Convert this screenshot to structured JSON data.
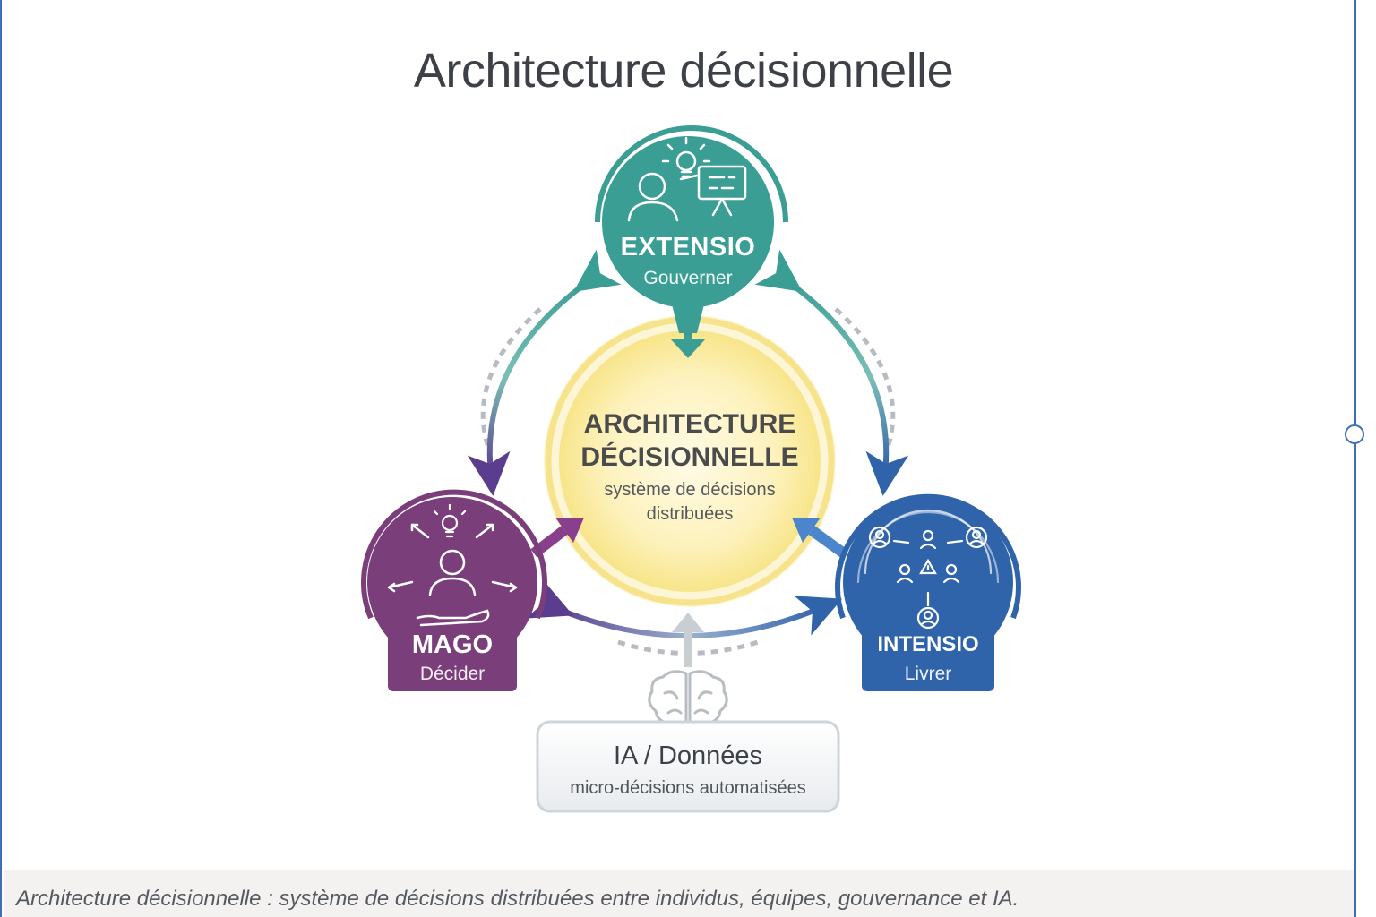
{
  "title": "Architecture décisionnelle",
  "nodes": {
    "extensio": {
      "title": "EXTENSIO",
      "subtitle": "Gouverner",
      "color": "#3a9e94"
    },
    "core": {
      "title_line1": "ARCHITECTURE",
      "title_line2": "DÉCISIONNELLE",
      "subtitle_line1": "système de décisions",
      "subtitle_line2": "distribuées",
      "color": "#fbeea6"
    },
    "mago": {
      "title": "MAGO",
      "subtitle": "Décider",
      "color": "#7a3f7b"
    },
    "intensio": {
      "title": "INTENSIO",
      "subtitle": "Livrer",
      "color": "#2f63aa"
    },
    "ia": {
      "title": "IA / Données",
      "subtitle": "micro-décisions automatisées",
      "color": "#dfe3e6"
    }
  },
  "caption": "Architecture décisionnelle : système de décisions distribuées entre individus, équipes, gouvernance et IA.",
  "icons": [
    "presenter-board-icon",
    "lightbulb-icon",
    "person-hand-icon",
    "team-network-icon",
    "brain-icon"
  ]
}
